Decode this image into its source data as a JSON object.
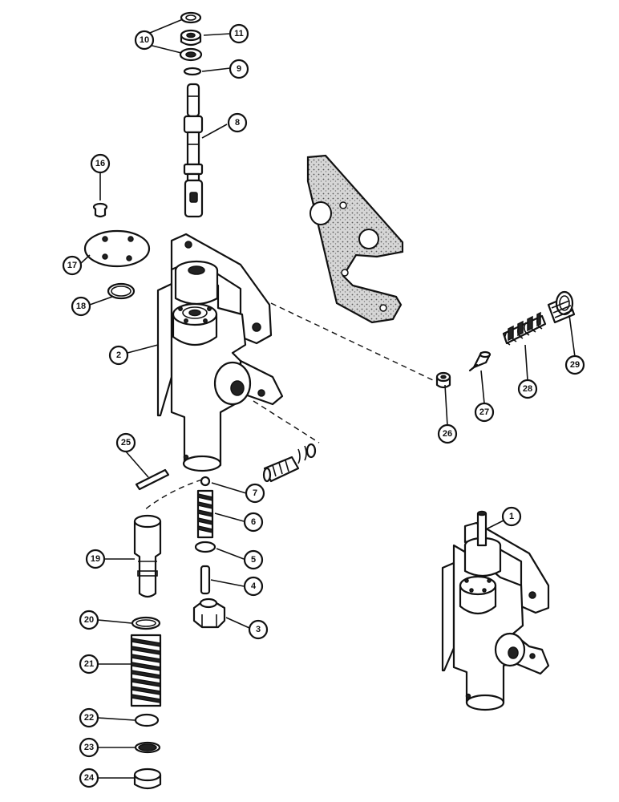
{
  "callouts": {
    "c1": "1",
    "c2": "2",
    "c3": "3",
    "c4": "4",
    "c5": "5",
    "c6": "6",
    "c7": "7",
    "c8": "8",
    "c9": "9",
    "c10": "10",
    "c11": "11",
    "c16": "16",
    "c17": "17",
    "c18": "18",
    "c19": "19",
    "c20": "20",
    "c21": "21",
    "c22": "22",
    "c23": "23",
    "c24": "24",
    "c25": "25",
    "c26": "26",
    "c27": "27",
    "c28": "28",
    "c29": "29"
  },
  "colors": {
    "ink": "#111111",
    "paper": "#ffffff",
    "gasket": "#bdbdbd"
  }
}
